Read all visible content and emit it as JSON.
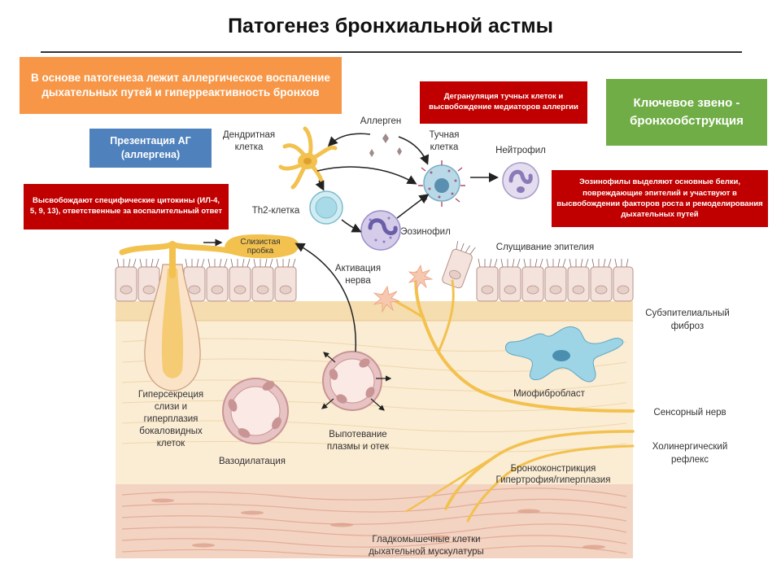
{
  "title": "Патогенез бронхиальной астмы",
  "boxes": {
    "main_mechanism": "В основе патогенеза лежит аллергическое воспаление дыхательных путей и гиперреактивность бронхов",
    "ag_presentation": "Презентация АГ (аллергена)",
    "mast_degranulation": "Дегрануляция тучных клеток и высвобождение медиаторов аллергии",
    "key_link": "Ключевое звено - бронхообструкция",
    "cytokines": "Высвобождают специфические цитокины (ИЛ-4, 5, 9, 13), ответственные за воспалительный ответ",
    "eosinophil_proteins": "Эозинофилы выделяют основные белки, повреждающие эпителий и участвуют в высвобождении факторов роста и ремоделирования дыхательных путей"
  },
  "labels": {
    "allergen": "Аллерген",
    "dendritic_1": "Дендритная",
    "dendritic_2": "клетка",
    "mast_1": "Тучная",
    "mast_2": "клетка",
    "neutrophil": "Нейтрофил",
    "th2": "Th2-клетка",
    "eosinophil": "Эозинофил",
    "mucus_1": "Слизистая",
    "mucus_2": "пробка",
    "nerve_act_1": "Активация",
    "nerve_act_2": "нерва",
    "epithelium_shed": "Слущивание эпителия",
    "fibrosis_1": "Субэпителиальный",
    "fibrosis_2": "фиброз",
    "myofibroblast": "Миофибробласт",
    "sensory_nerve": "Сенсорный нерв",
    "cholinergic_1": "Холинергический",
    "cholinergic_2": "рефлекс",
    "bronchoconstriction": "Бронхоконстрикция",
    "hypertrophy": "Гипертрофия/гиперплазия",
    "hypersecretion_1": "Гиперсекреция",
    "hypersecretion_2": "слизи и",
    "hypersecretion_3": "гиперплазия",
    "hypersecretion_4": "бокаловидных",
    "hypersecretion_5": "клеток",
    "vasodilation": "Вазодилатация",
    "plasma_1": "Выпотевание",
    "plasma_2": "плазмы и отек",
    "smooth_muscle_1": "Гладкомышечные клетки",
    "smooth_muscle_2": "дыхательной мускулатуры"
  },
  "colors": {
    "orange": "#f79646",
    "blue": "#4f81bd",
    "red": "#c00000",
    "green": "#70ad47",
    "nerve": "#f2c14e",
    "tissue": "#f6e3c2",
    "muscle": "#f1cfc0"
  }
}
